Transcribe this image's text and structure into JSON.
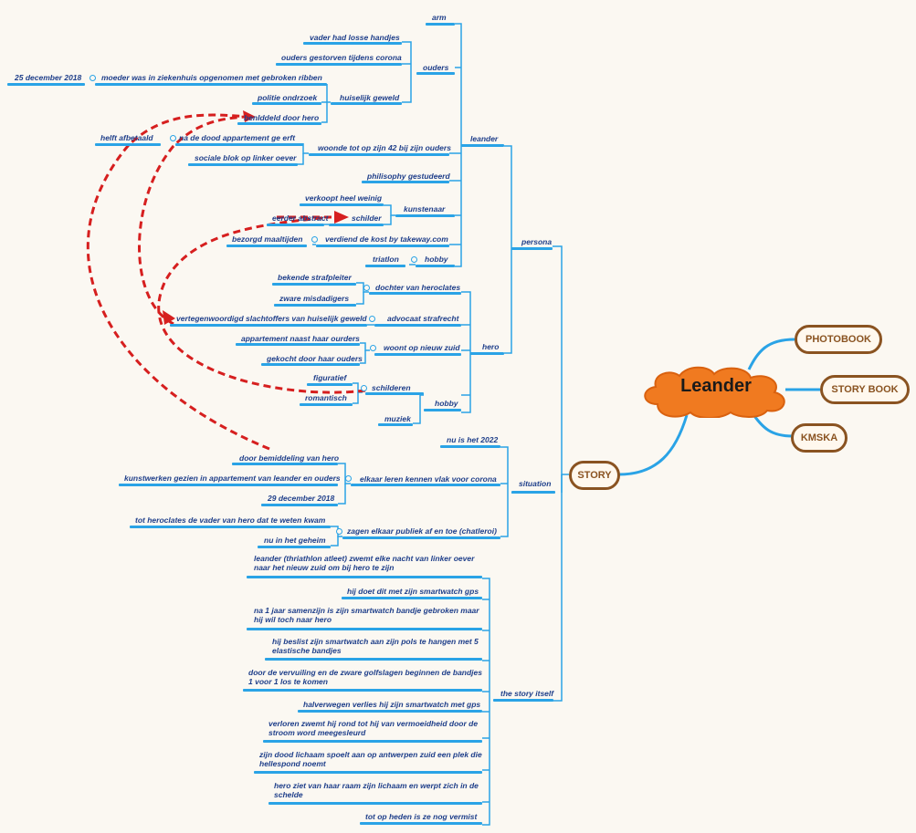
{
  "central": {
    "label": "Leander"
  },
  "hubs": {
    "photobook": "PHOTOBOOK",
    "storybook": "STORY BOOK",
    "kmska": "KMSKA",
    "story": "STORY"
  },
  "branches": {
    "persona": "persona",
    "situation": "situation",
    "story_itself": "the story itself",
    "leander": "leander",
    "hero": "hero"
  },
  "leander_nodes": {
    "arm": "arm",
    "ouders": "ouders",
    "vader_losse": "vader had losse handjes",
    "ouders_gestorven": "ouders gestorven tijdens corona",
    "moeder_ziekenhuis": "moeder was in ziekenhuis opgenomen met gebroken ribben",
    "date_2018": "25 december 2018",
    "huiselijk_geweld": "huiselijk geweld",
    "politie": "politie ondrzoek",
    "bemiddeld": "benIddeld door hero",
    "woonde": "woonde tot op zijn 42 bij zijn ouders",
    "na_de_dood": "na de dood appartement ge erft",
    "helft": "helft afbetaald",
    "sociale_blok": "sociale blok op linker oever",
    "philosophy": "philisophy gestudeerd",
    "kunstenaar": "kunstenaar",
    "verkoopt": "verkoopt heel weinig",
    "eerder": "eerder abstract",
    "schilder": "schilder",
    "verdiend": "verdiend de kost by takeway.com",
    "bezorgd": "bezorgd maaltijden",
    "hobby": "hobby",
    "triatlon": "triatlon"
  },
  "hero_nodes": {
    "dochter": "dochter van heroclates",
    "bekende": "bekende strafpleiter",
    "zware": "zware misdadigers",
    "advocaat": "advocaat strafrecht",
    "vertegenwoordigd": "vertegenwoordigd slachtoffers van huiselijk geweld",
    "woont": "woont op nieuw zuid",
    "appartement": "appartement naast haar ourders",
    "gekocht": "gekocht door haar ouders",
    "schilderen": "schilderen",
    "figuratief": "figuratief",
    "romantisch": "romantisch",
    "hobby": "hobby",
    "muziek": "muziek"
  },
  "situation_nodes": {
    "nu_is": "nu is het 2022",
    "elkaar": "elkaar leren kennen vlak voor corona",
    "door_bemiddeling": "door bemiddeling van hero",
    "kunstwerken": "kunstwerken gezien in appartement van leander en ouders",
    "date_29": "29 december 2018",
    "zagen": "zagen elkaar publiek af en toe (chatleroi)",
    "tot_heroclates": "tot heroclates de vader van hero dat te weten kwam",
    "nu_in_geheim": "nu in het geheim"
  },
  "story_items": [
    "leander (thriathlon atleet) zwemt elke nacht van linker oever naar het nieuw zuid om bij hero te zijn",
    "hij doet dit met zijn smartwatch gps",
    "na 1 jaar samenzijn is zijn smartwatch bandje gebroken maar hij wil toch naar hero",
    "hij beslist zijn smartwatch aan zijn pols te hangen met 5 elastische bandjes",
    "door de vervuiling en de zware golfslagen beginnen de bandjes 1 voor 1 los te komen",
    "halverwegen verlies hij zijn smartwatch met gps",
    "verloren zwemt hij rond tot hij van vermoeidheid door de stroom word meegesleurd",
    "zijn dood lichaam spoelt aan op antwerpen zuid een plek die hellespond noemt",
    "hero ziet van haar raam zijn lichaam en werpt zich in de schelde",
    "tot op heden is ze nog vermist"
  ],
  "colors": {
    "branch": "#2aa3e6",
    "text": "#1f3f8a",
    "hub": "#8a5321",
    "central": "#f07a20",
    "relation": "#d61f1f"
  }
}
